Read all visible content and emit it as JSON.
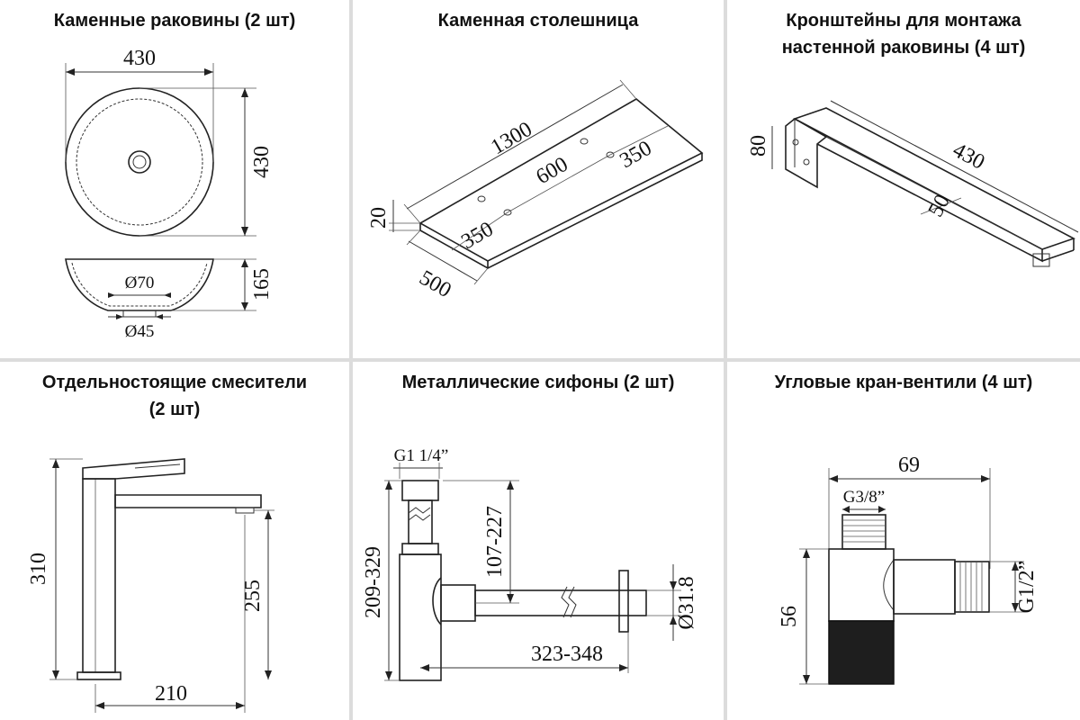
{
  "panels": {
    "sinks": {
      "title": "Каменные раковины (2 шт)",
      "dims": {
        "width": "430",
        "depth": "430",
        "height": "165",
        "outer_drain": "Ø70",
        "inner_drain": "Ø45"
      }
    },
    "countertop": {
      "title": "Каменная столешница",
      "dims": {
        "length": "1300",
        "thickness": "20",
        "depth": "500",
        "hole_offset_right": "350",
        "hole_spacing": "600",
        "hole_offset_left": "350"
      }
    },
    "brackets": {
      "title_line1": "Кронштейны для монтажа",
      "title_line2": "настенной раковины (4 шт)",
      "dims": {
        "length": "430",
        "height": "80",
        "width": "50"
      }
    },
    "faucets": {
      "title_line1": "Отдельностоящие смесители",
      "title_line2": "(2 шт)",
      "dims": {
        "total_height": "310",
        "spout_height": "255",
        "reach": "210"
      }
    },
    "siphons": {
      "title": "Металлические сифоны (2 шт)",
      "dims": {
        "thread": "G1 1/4”",
        "height_range": "107-227",
        "total_range": "209-329",
        "length_range": "323-348",
        "pipe_diameter": "Ø31.8"
      }
    },
    "valves": {
      "title": "Угловые кран-вентили (4 шт)",
      "dims": {
        "length": "69",
        "inlet_thread": "G3/8”",
        "height": "56",
        "outlet_thread": "G1/2”"
      }
    }
  }
}
